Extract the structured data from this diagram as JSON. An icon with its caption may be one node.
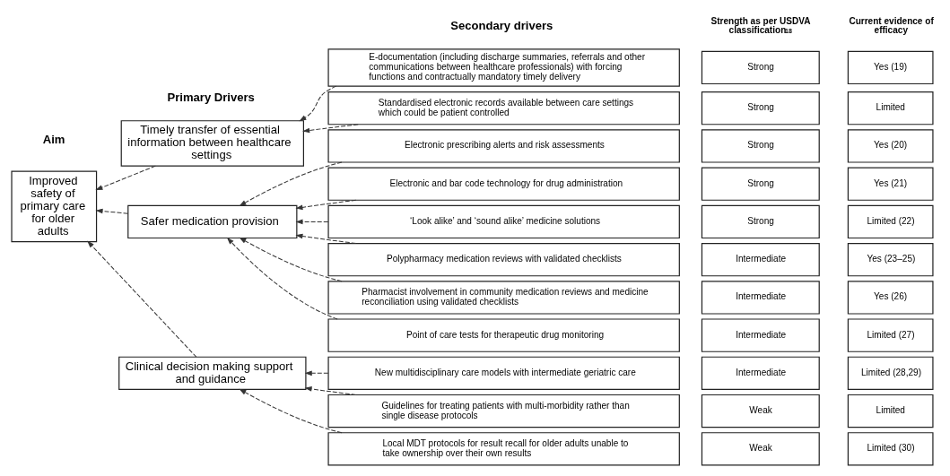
{
  "diagram": {
    "nodes": [
      {
        "text": [
          "Improved safety of primary care for older adults"
        ]
      },
      {
        "text": [
          "Timely transfer of essential information between healthcare settings"
        ]
      },
      {
        "text": [
          "Safer medication provision"
        ]
      },
      {
        "text": [
          "Clinical decision making support and guidance"
        ]
      },
      {
        "text": [
          "E-documentation (including discharge summaries, referrals and other communications between healthcare professionals) with forcing functions and contractually mandatory timely delivery"
        ]
      },
      {
        "text": [
          "Standardised electronic records available between care settings which could be patient controlled"
        ]
      },
      {
        "text": [
          "Electronic prescribing alerts and risk assessments"
        ]
      },
      {
        "text": [
          "Electronic and bar code technology for drug administration"
        ]
      },
      {
        "text": [
          "‘Look alike’ and ‘sound alike’ medicine solutions"
        ]
      },
      {
        "text": [
          "Polypharmacy medication reviews with validated checklists"
        ]
      },
      {
        "text": [
          "Pharmacist involvement in community medication reviews and medicine reconciliation using validated checklists"
        ]
      },
      {
        "text": [
          "Point of care tests for therapeutic drug monitoring"
        ]
      },
      {
        "text": [
          "New multidisciplinary care models with intermediate geriatric care"
        ]
      },
      {
        "text": [
          "Guidelines for treating patients with multi-morbidity rather than single disease protocols"
        ]
      },
      {
        "text": [
          "Local MDT protocols for result recall for older adults unable to take ownership over their own results"
        ]
      },
      {
        "text": [
          "Strong"
        ]
      },
      {
        "text": [
          "Strong"
        ]
      },
      {
        "text": [
          "Strong"
        ]
      },
      {
        "text": [
          "Strong"
        ]
      },
      {
        "text": [
          "Strong"
        ]
      },
      {
        "text": [
          "Intermediate"
        ]
      },
      {
        "text": [
          "Intermediate"
        ]
      },
      {
        "text": [
          "Intermediate"
        ]
      },
      {
        "text": [
          "Intermediate"
        ]
      },
      {
        "text": [
          "Weak"
        ]
      },
      {
        "text": [
          "Weak"
        ]
      },
      {
        "text": [
          "Yes (19)"
        ]
      },
      {
        "text": [
          "Limited"
        ]
      },
      {
        "text": [
          "Yes (20)"
        ]
      },
      {
        "text": [
          "Yes (21)"
        ]
      },
      {
        "text": [
          "Limited (22)"
        ]
      },
      {
        "text": [
          "Yes (23–25)"
        ]
      },
      {
        "text": [
          "Yes (26)"
        ]
      },
      {
        "text": [
          "Limited (27)"
        ]
      },
      {
        "text": [
          "Limited (28,29)"
        ]
      },
      {
        "text": [
          "Limited"
        ]
      },
      {
        "text": [
          "Limited (30)"
        ]
      }
    ],
    "edges": [
      {
        "from": 1,
        "to": 0,
        "arrow": "to",
        "style": "dashed"
      },
      {
        "from": 2,
        "to": 0,
        "arrow": "to",
        "style": "dashed"
      },
      {
        "from": 3,
        "to": 0,
        "arrow": "to",
        "style": "dashed"
      },
      {
        "from": 4,
        "to": 1,
        "arrow": "to",
        "style": "dashed"
      },
      {
        "from": 5,
        "to": 1,
        "arrow": "to",
        "style": "dashed"
      },
      {
        "from": 6,
        "to": 2,
        "arrow": "to",
        "style": "dashed"
      },
      {
        "from": 7,
        "to": 2,
        "arrow": "to",
        "style": "dashed"
      },
      {
        "from": 8,
        "to": 2,
        "arrow": "to",
        "style": "dashed"
      },
      {
        "from": 9,
        "to": 2,
        "arrow": "to",
        "style": "dashed"
      },
      {
        "from": 10,
        "to": 2,
        "arrow": "to",
        "style": "dashed"
      },
      {
        "from": 11,
        "to": 2,
        "arrow": "to",
        "style": "dashed"
      },
      {
        "from": 12,
        "to": 3,
        "arrow": "to",
        "style": "dashed"
      },
      {
        "from": 13,
        "to": 3,
        "arrow": "to",
        "style": "dashed"
      },
      {
        "from": 14,
        "to": 3,
        "arrow": "to",
        "style": "dashed"
      }
    ],
    "labels": [
      "Aim",
      "Primary Drivers",
      "Secondary drivers",
      "Strength as per USDVA classification$^{18}$",
      "Current evidence of efficacy"
    ]
  }
}
